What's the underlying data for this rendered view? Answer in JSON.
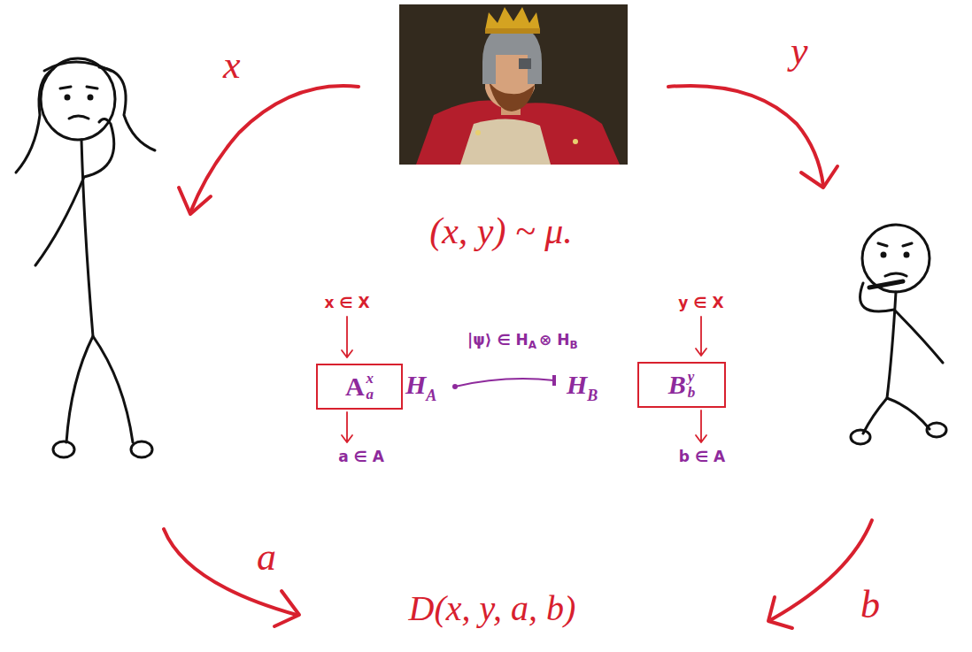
{
  "diagram": {
    "nodes": [
      {
        "text": [
          "A",
          "x",
          "a"
        ]
      },
      {
        "text": [
          "B",
          "y",
          "b"
        ]
      }
    ],
    "labels": [
      "x",
      "y",
      "(x, y) ~ μ.",
      "x ∈ X",
      "a ∈ A",
      "|ψ⟩ ∈ H",
      "A",
      "⊗ H",
      "B",
      "H",
      "A",
      "H",
      "B",
      "y ∈ X",
      "b ∈ A",
      "a",
      "b",
      "D(x, y, a, b)"
    ]
  }
}
